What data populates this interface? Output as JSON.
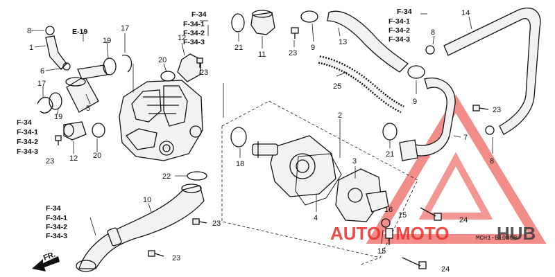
{
  "part_numbers": {
    "p1": "1",
    "p2": "2",
    "p3": "3",
    "p4": "4",
    "p5": "5",
    "p6": "6",
    "p7": "7",
    "p8a": "8",
    "p8b": "8",
    "p8c": "8",
    "p9a": "9",
    "p9b": "9",
    "p10": "10",
    "p11": "11",
    "p12a": "12",
    "p12b": "12",
    "p13": "13",
    "p14": "14",
    "p15a": "15",
    "p15b": "15",
    "p16": "16",
    "p17a": "17",
    "p17b": "17",
    "p18": "18",
    "p19a": "19",
    "p19b": "19",
    "p20a": "20",
    "p20b": "20",
    "p21a": "21",
    "p21b": "21",
    "p22": "22",
    "p23a": "23",
    "p23b": "23",
    "p23c": "23",
    "p23d": "23",
    "p23e": "23",
    "p23f": "23",
    "p24a": "24",
    "p24b": "24",
    "p25": "25"
  },
  "references": {
    "e19": "E-19",
    "group_top_left": [
      "F-34",
      "F-34-1",
      "F-34-2",
      "F-34-3"
    ],
    "group_top_right": [
      "F-34",
      "F-34-1",
      "F-34-2",
      "F-34-3"
    ],
    "group_mid_left": [
      "F-34",
      "F-34-1",
      "F-34-2",
      "F-34-3"
    ],
    "group_bottom_left": [
      "F-34",
      "F-34-1",
      "F-34-2",
      "F-34-3"
    ]
  },
  "front_marker": "FR.",
  "diagram_code": "MCH1-B1000B",
  "watermark": {
    "part1": "AUTO",
    "part2": "MOTO",
    "part3": "HUB",
    "color_accent": "#e8302a",
    "color_dark": "#3a3a3a"
  }
}
